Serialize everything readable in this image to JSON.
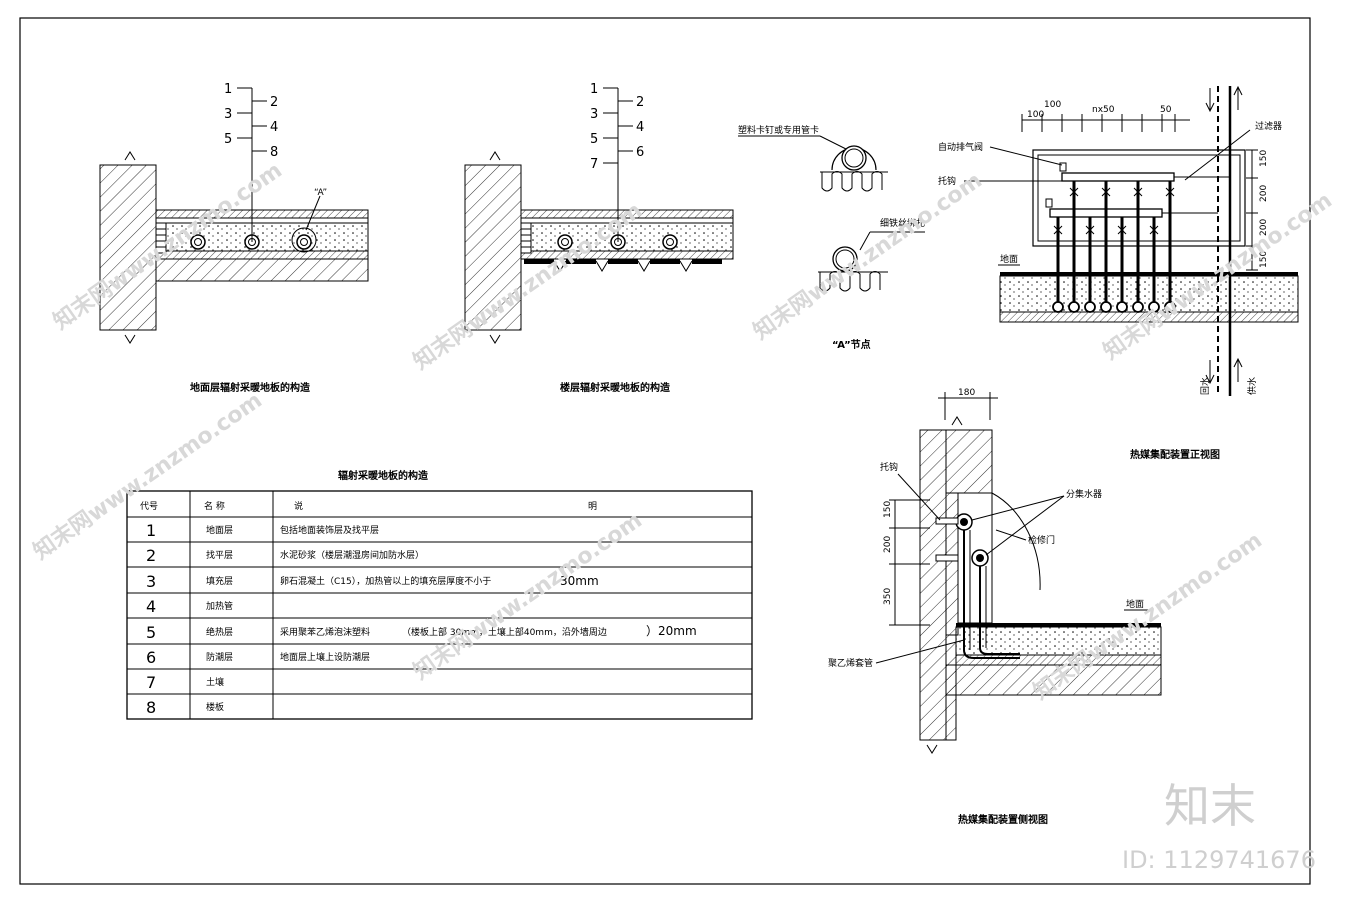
{
  "captions": {
    "ground_floor": "地面层辐射采暖地板的构造",
    "upper_floor": "楼层辐射采暖地板的构造",
    "node_a": "“A”节点",
    "table_title": "辐射采暖地板的构造",
    "manifold_front": "热媒集配装置正视图",
    "manifold_side": "热媒集配装置侧视图"
  },
  "ground_section": {
    "labels_left": [
      "1",
      "3",
      "5"
    ],
    "labels_right": [
      "2",
      "4",
      "8"
    ],
    "callout": "“A”"
  },
  "upper_section": {
    "labels_left": [
      "1",
      "3",
      "5",
      "7"
    ],
    "labels_right": [
      "2",
      "4",
      "6"
    ]
  },
  "node_a": {
    "clip_label": "塑料卡钉或专用管卡",
    "wire_label": "细铁丝绑扎"
  },
  "front_view": {
    "dims_top": [
      "100",
      "100",
      "nx50",
      "50"
    ],
    "dims_right": [
      "150",
      "200",
      "200",
      "150"
    ],
    "air_valve": "自动排气阀",
    "hook": "托钩",
    "filter": "过滤器",
    "ground": "地面",
    "return_water": "回水",
    "supply_water": "供水"
  },
  "side_view": {
    "dim_top": "180",
    "dims_left": [
      "150",
      "200",
      "350"
    ],
    "hook": "托钩",
    "manifold": "分集水器",
    "access_door": "检修门",
    "ground": "地面",
    "sleeve": "聚乙烯套管"
  },
  "table": {
    "headers": [
      "代号",
      "名    称",
      "说",
      "明"
    ],
    "rows": [
      {
        "code": "1",
        "name": "地面层",
        "desc": "包括地面装饰层及找平层",
        "extra": ""
      },
      {
        "code": "2",
        "name": "找平层",
        "desc": "水泥砂浆（楼层潮湿房间加防水层）",
        "extra": ""
      },
      {
        "code": "3",
        "name": "填充层",
        "desc": "卵石混凝土（C15），加热管以上的填充层厚度不小于",
        "extra": "30mm"
      },
      {
        "code": "4",
        "name": "加热管",
        "desc": "",
        "extra": ""
      },
      {
        "code": "5",
        "name": "绝热层",
        "desc": "采用聚苯乙烯泡沫塑料",
        "desc2": "（楼板上部 30mm，土壤上部40mm，沿外墙周边",
        "extra": "）20mm"
      },
      {
        "code": "6",
        "name": "防潮层",
        "desc": "地面层上壤上设防潮层",
        "extra": ""
      },
      {
        "code": "7",
        "name": "土壤",
        "desc": "",
        "extra": ""
      },
      {
        "code": "8",
        "name": "楼板",
        "desc": "",
        "extra": ""
      }
    ]
  },
  "watermark": {
    "text": "知末网www.znzmo.com",
    "brand": "知末",
    "id": "ID: 1129741676"
  }
}
